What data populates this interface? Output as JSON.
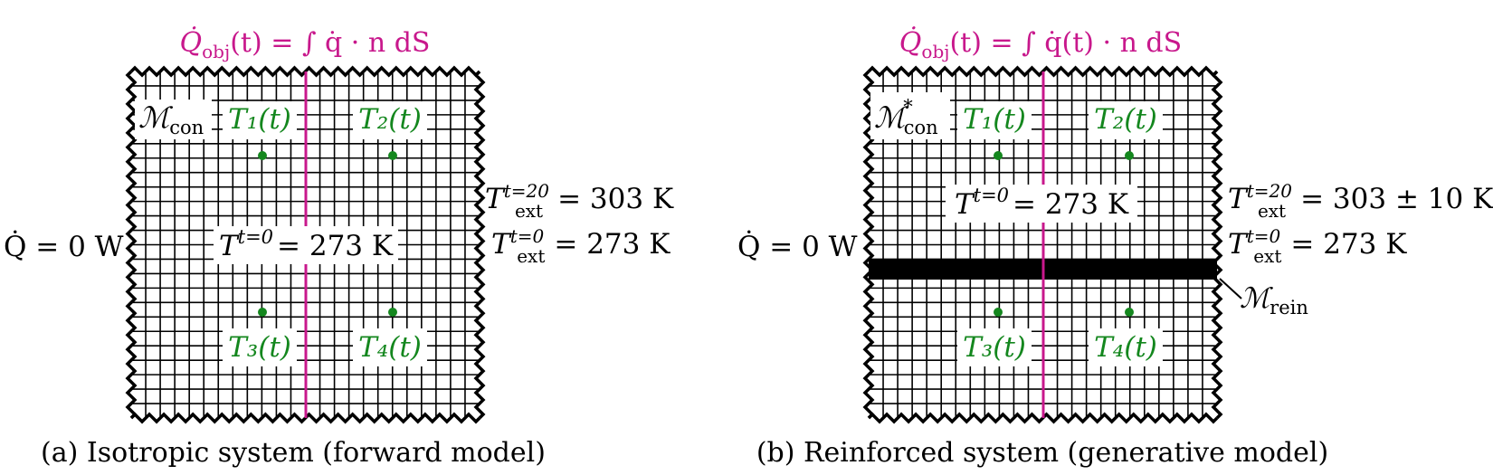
{
  "colors": {
    "flux": "#c8188c",
    "sensor": "#14871e",
    "grid": "#000000",
    "background": "#ffffff"
  },
  "panels": [
    {
      "id": "a",
      "flux_label": {
        "lhs": "Q̇",
        "sub": "obj",
        "rhs": "(t) = ∫ q̇ · n dS"
      },
      "mesh_label": {
        "main": "ℳ",
        "sub": "con",
        "sup": ""
      },
      "sensors": [
        "T₁(t)",
        "T₂(t)",
        "T₃(t)",
        "T₄(t)"
      ],
      "initial_temp": {
        "main": "T",
        "sup": "t=0",
        "rhs": "= 273 K"
      },
      "heat_flux": "Q̇ = 0 W",
      "ext_temp_1": {
        "main": "T",
        "sup": "t=20",
        "sub": "ext",
        "rhs": "= 303 K"
      },
      "ext_temp_2": {
        "main": "T",
        "sup": "t=0",
        "sub": "ext",
        "rhs": "= 273 K"
      },
      "reinforcement_label": null,
      "caption": "(a) Isotropic system (forward model)"
    },
    {
      "id": "b",
      "flux_label": {
        "lhs": "Q̇",
        "sub": "obj",
        "rhs": "(t) = ∫ q̇(t) · n dS"
      },
      "mesh_label": {
        "main": "ℳ",
        "sub": "con",
        "sup": "*"
      },
      "sensors": [
        "T₁(t)",
        "T₂(t)",
        "T₃(t)",
        "T₄(t)"
      ],
      "initial_temp": {
        "main": "T",
        "sup": "t=0",
        "rhs": "= 273 K"
      },
      "heat_flux": "Q̇ = 0 W",
      "ext_temp_1": {
        "main": "T",
        "sup": "t=20",
        "sub": "ext",
        "rhs": "= 303 ± 10 K"
      },
      "ext_temp_2": {
        "main": "T",
        "sup": "t=0",
        "sub": "ext",
        "rhs": "= 273 K"
      },
      "reinforcement_label": {
        "main": "ℳ",
        "sub": "rein"
      },
      "caption": "(b) Reinforced system (generative model)"
    }
  ]
}
